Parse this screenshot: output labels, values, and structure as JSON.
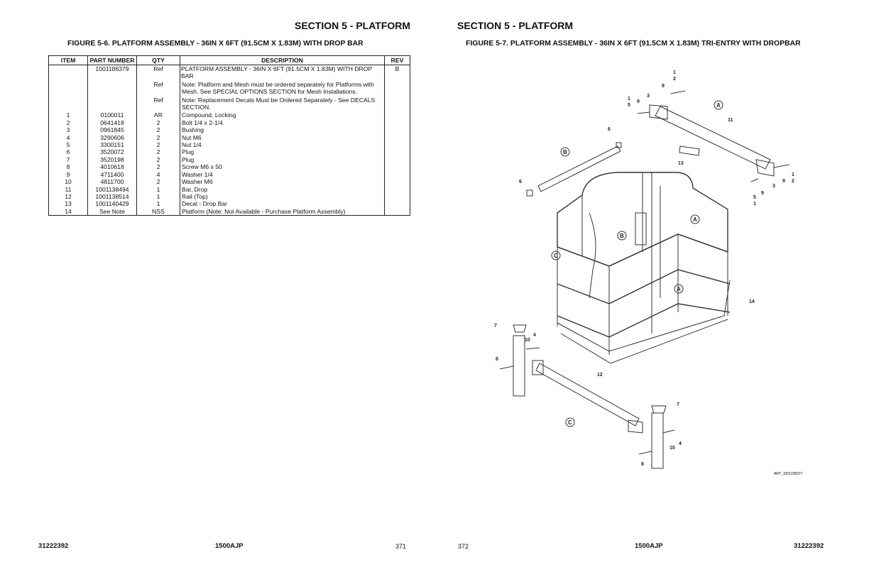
{
  "left_page": {
    "section_title": "SECTION 5 - PLATFORM",
    "figure_title": "FIGURE 5-6. PLATFORM ASSEMBLY - 36IN X 6FT (91.5CM X 1.83M) WITH DROP BAR",
    "table": {
      "headers": [
        "ITEM",
        "PART NUMBER",
        "QTY",
        "DESCRIPTION",
        "REV"
      ],
      "rows": [
        {
          "item": "",
          "part": "1001186379",
          "qty": "Ref",
          "desc": "PLATFORM ASSEMBLY - 36IN X 6FT (91.5CM X 1.83M) WITH DROP BAR",
          "rev": "B"
        },
        {
          "item": "",
          "part": "",
          "qty": "Ref",
          "desc": "Note: Platform and Mesh must be ordered separately for Platforms with Mesh. See SPECIAL OPTIONS SECTION for Mesh Installations.",
          "rev": ""
        },
        {
          "item": "",
          "part": "",
          "qty": "Ref",
          "desc": "Note: Replacement Decals Must be Ordered Separately - See DECALS SECTION.",
          "rev": ""
        },
        {
          "item": "1",
          "part": "0100011",
          "qty": "AR",
          "desc": "Compound, Locking",
          "rev": ""
        },
        {
          "item": "2",
          "part": "0641418",
          "qty": "2",
          "desc": "Bolt 1/4 x 2-1/4",
          "rev": ""
        },
        {
          "item": "3",
          "part": "0961845",
          "qty": "2",
          "desc": "Bushing",
          "rev": ""
        },
        {
          "item": "4",
          "part": "3290606",
          "qty": "2",
          "desc": "Nut M6",
          "rev": ""
        },
        {
          "item": "5",
          "part": "3300151",
          "qty": "2",
          "desc": "Nut 1/4",
          "rev": ""
        },
        {
          "item": "6",
          "part": "3520072",
          "qty": "2",
          "desc": "Plug",
          "rev": ""
        },
        {
          "item": "7",
          "part": "3520198",
          "qty": "2",
          "desc": "Plug",
          "rev": ""
        },
        {
          "item": "8",
          "part": "4010618",
          "qty": "2",
          "desc": "Screw M6 x 50",
          "rev": ""
        },
        {
          "item": "9",
          "part": "4711400",
          "qty": "4",
          "desc": "Washer 1/4",
          "rev": ""
        },
        {
          "item": "10",
          "part": "4811700",
          "qty": "2",
          "desc": "Washer M6",
          "rev": ""
        },
        {
          "item": "11",
          "part": "1001138494",
          "qty": "1",
          "desc": "Bar, Drop",
          "rev": ""
        },
        {
          "item": "12",
          "part": "1001138514",
          "qty": "1",
          "desc": "Rail (Top)",
          "rev": ""
        },
        {
          "item": "13",
          "part": "1001140429",
          "qty": "1",
          "desc": "Decal - Drop Bar",
          "rev": ""
        },
        {
          "item": "14",
          "part": "See Note",
          "qty": "NSS",
          "desc": "Platform (Note: Not Available - Purchase Platform Assembly)",
          "rev": ""
        }
      ]
    },
    "footer": {
      "doc_number": "31222392",
      "model": "1500AJP",
      "page": "371"
    }
  },
  "right_page": {
    "section_title": "SECTION 5 - PLATFORM",
    "figure_title": "FIGURE 5-7. PLATFORM ASSEMBLY - 36IN X 6FT (91.5CM X 1.83M) TRI-ENTRY WITH DROPBAR",
    "drawing": {
      "callouts": [
        "1",
        "2",
        "9",
        "3",
        "1",
        "5",
        "9",
        "A",
        "6",
        "11",
        "B",
        "13",
        "1",
        "9",
        "2",
        "3",
        "9",
        "5",
        "1",
        "6",
        "A",
        "B",
        "C",
        "A",
        "14",
        "7",
        "4",
        "10",
        "8",
        "12",
        "7",
        "C",
        "4",
        "10",
        "8"
      ],
      "art_id": "ART_1001228377"
    },
    "footer": {
      "page": "372",
      "model": "1500AJP",
      "doc_number": "31222392"
    }
  }
}
